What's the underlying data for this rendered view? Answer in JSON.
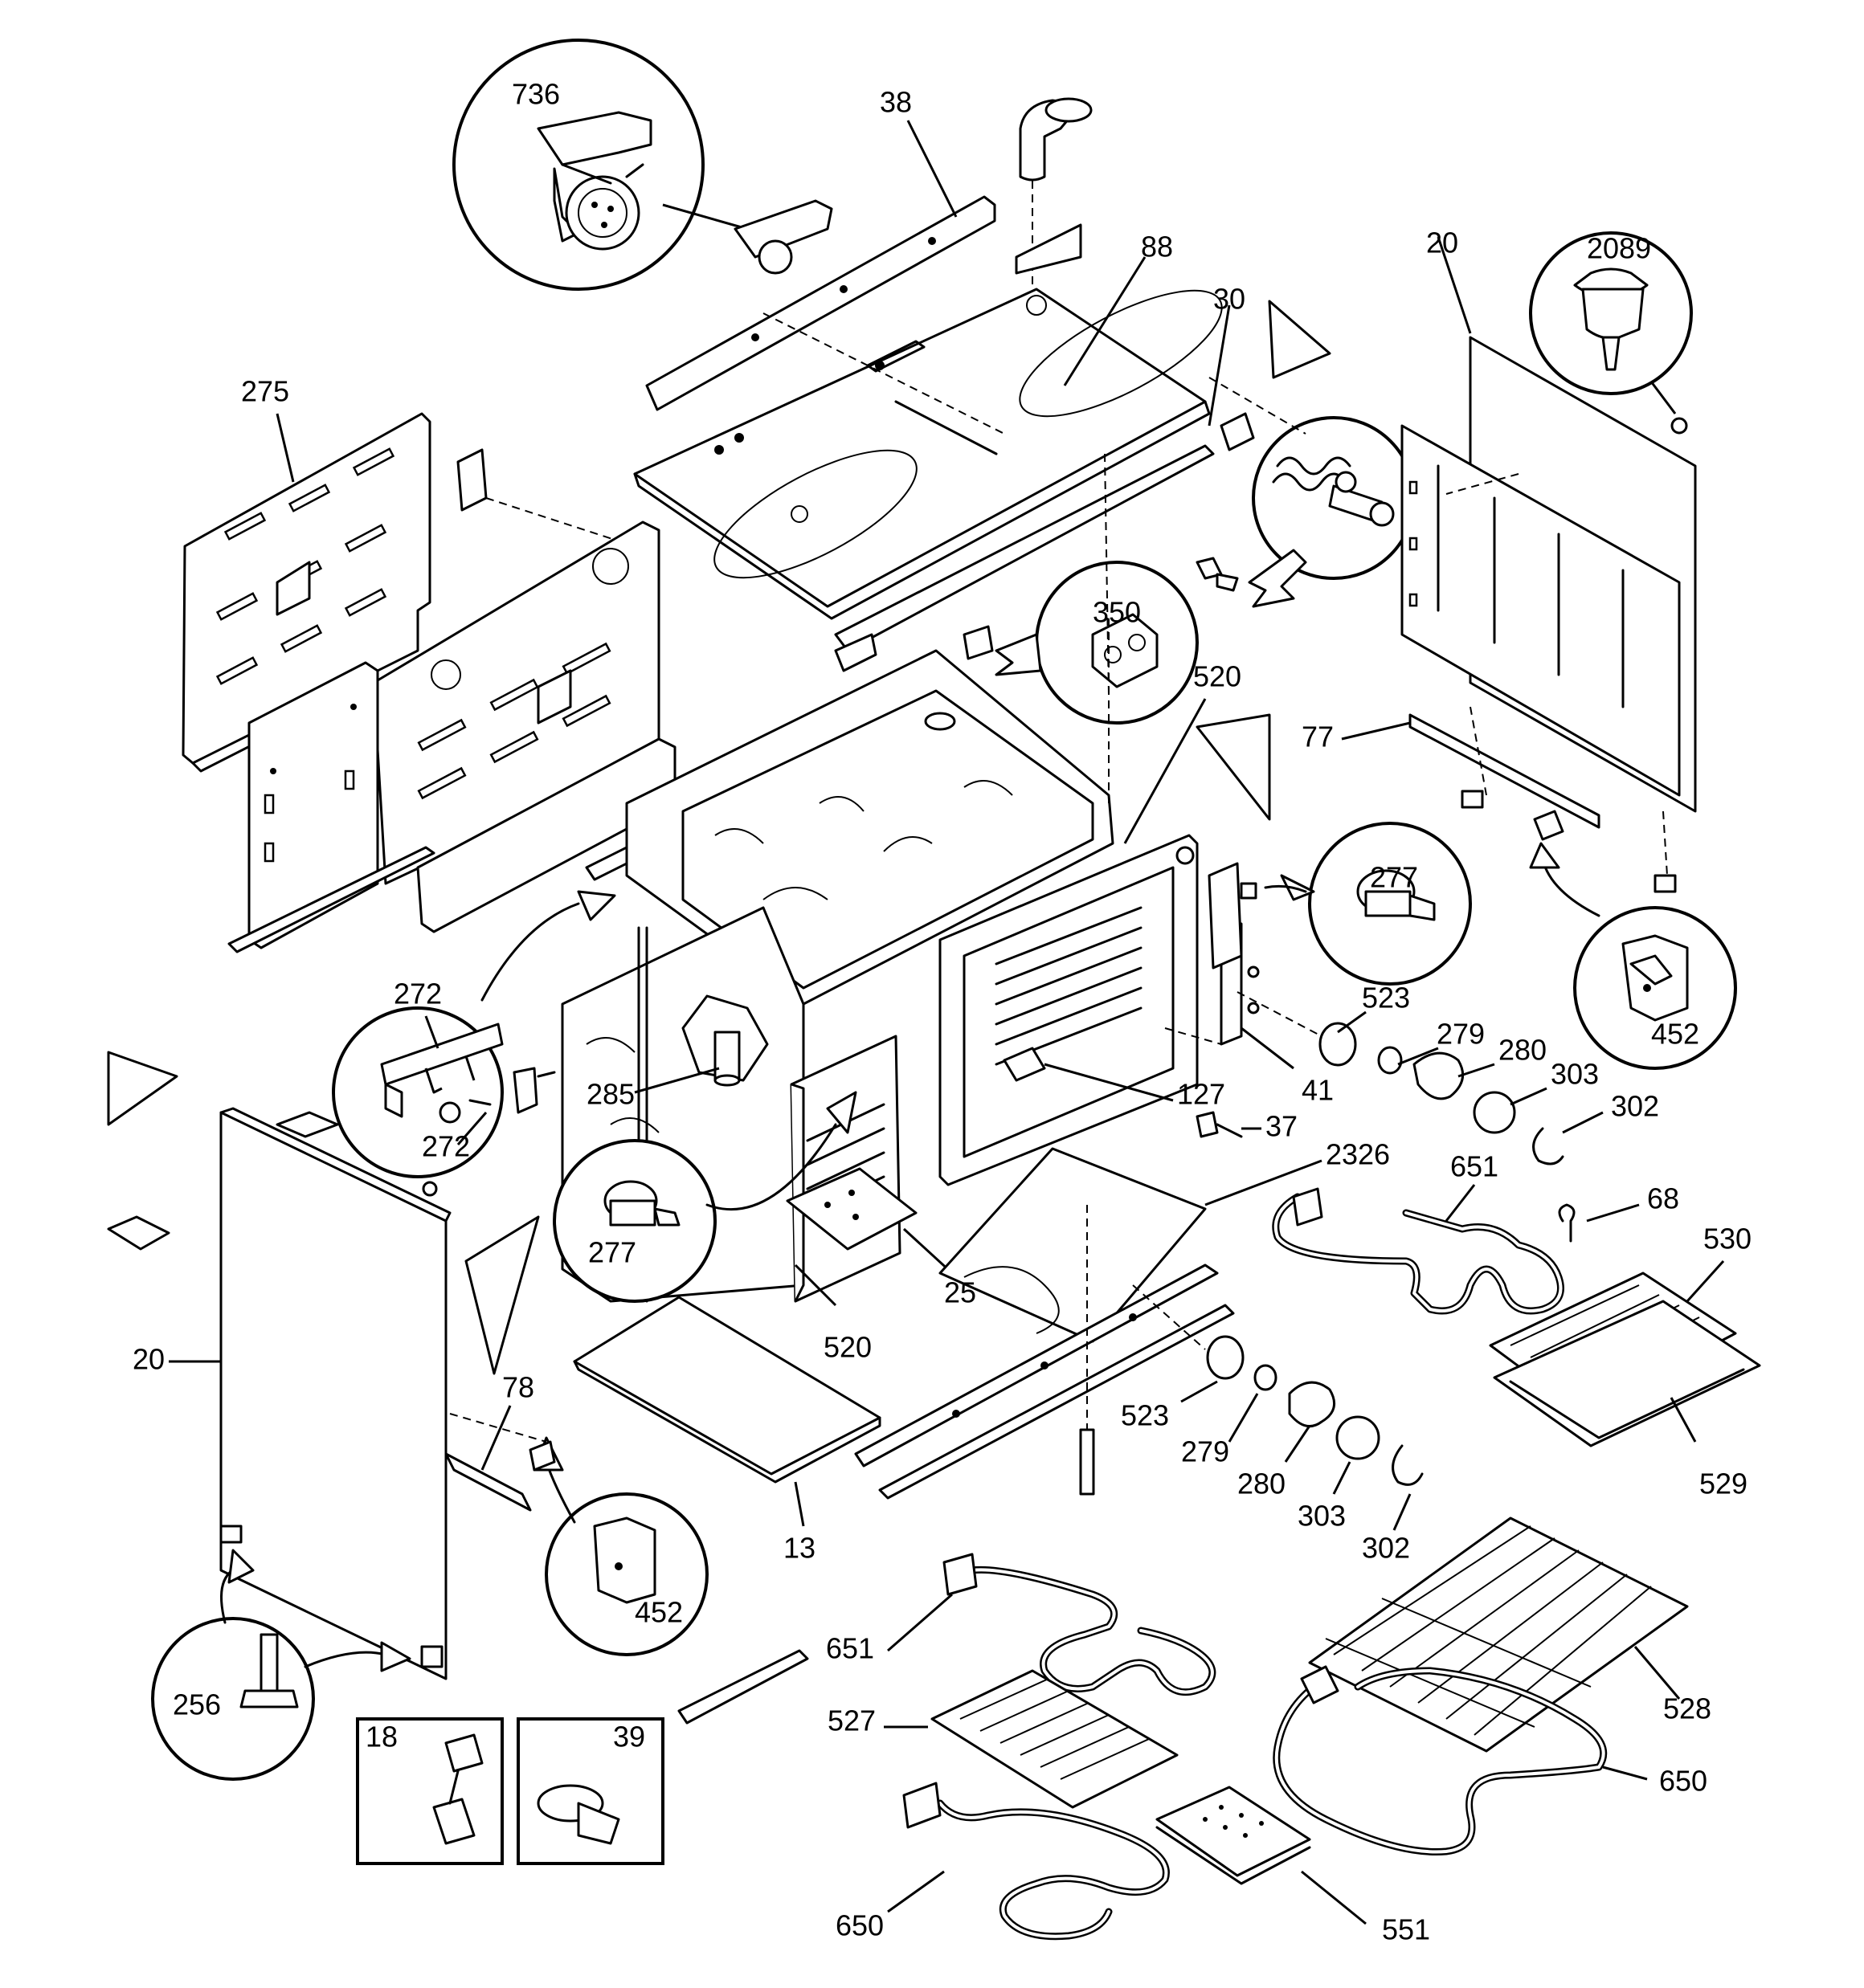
{
  "diagram_title": "",
  "labels": [
    {
      "id": "736",
      "text": "736"
    },
    {
      "id": "38",
      "text": "38"
    },
    {
      "id": "88",
      "text": "88"
    },
    {
      "id": "30",
      "text": "30"
    },
    {
      "id": "20-top",
      "text": "20"
    },
    {
      "id": "2089",
      "text": "2089"
    },
    {
      "id": "275",
      "text": "275"
    },
    {
      "id": "350",
      "text": "350"
    },
    {
      "id": "520-top",
      "text": "520"
    },
    {
      "id": "77",
      "text": "77"
    },
    {
      "id": "277-right",
      "text": "277"
    },
    {
      "id": "452-right",
      "text": "452"
    },
    {
      "id": "523-top",
      "text": "523"
    },
    {
      "id": "279-top",
      "text": "279"
    },
    {
      "id": "280-top",
      "text": "280"
    },
    {
      "id": "303-top",
      "text": "303"
    },
    {
      "id": "302-top",
      "text": "302"
    },
    {
      "id": "272-a",
      "text": "272"
    },
    {
      "id": "272-b",
      "text": "272"
    },
    {
      "id": "285",
      "text": "285"
    },
    {
      "id": "127",
      "text": "127"
    },
    {
      "id": "41",
      "text": "41"
    },
    {
      "id": "37",
      "text": "37"
    },
    {
      "id": "2326",
      "text": "2326"
    },
    {
      "id": "651-top",
      "text": "651"
    },
    {
      "id": "68",
      "text": "68"
    },
    {
      "id": "530",
      "text": "530"
    },
    {
      "id": "277-left",
      "text": "277"
    },
    {
      "id": "25",
      "text": "25"
    },
    {
      "id": "520-bottom",
      "text": "520"
    },
    {
      "id": "20-left",
      "text": "20"
    },
    {
      "id": "78",
      "text": "78"
    },
    {
      "id": "523-bottom",
      "text": "523"
    },
    {
      "id": "279-bottom",
      "text": "279"
    },
    {
      "id": "280-bottom",
      "text": "280"
    },
    {
      "id": "303-bottom",
      "text": "303"
    },
    {
      "id": "302-bottom",
      "text": "302"
    },
    {
      "id": "529",
      "text": "529"
    },
    {
      "id": "13",
      "text": "13"
    },
    {
      "id": "452-left",
      "text": "452"
    },
    {
      "id": "256",
      "text": "256"
    },
    {
      "id": "18",
      "text": "18"
    },
    {
      "id": "39",
      "text": "39"
    },
    {
      "id": "651-bottom",
      "text": "651"
    },
    {
      "id": "527",
      "text": "527"
    },
    {
      "id": "528",
      "text": "528"
    },
    {
      "id": "650-right",
      "text": "650"
    },
    {
      "id": "650-left",
      "text": "650"
    },
    {
      "id": "551",
      "text": "551"
    }
  ]
}
